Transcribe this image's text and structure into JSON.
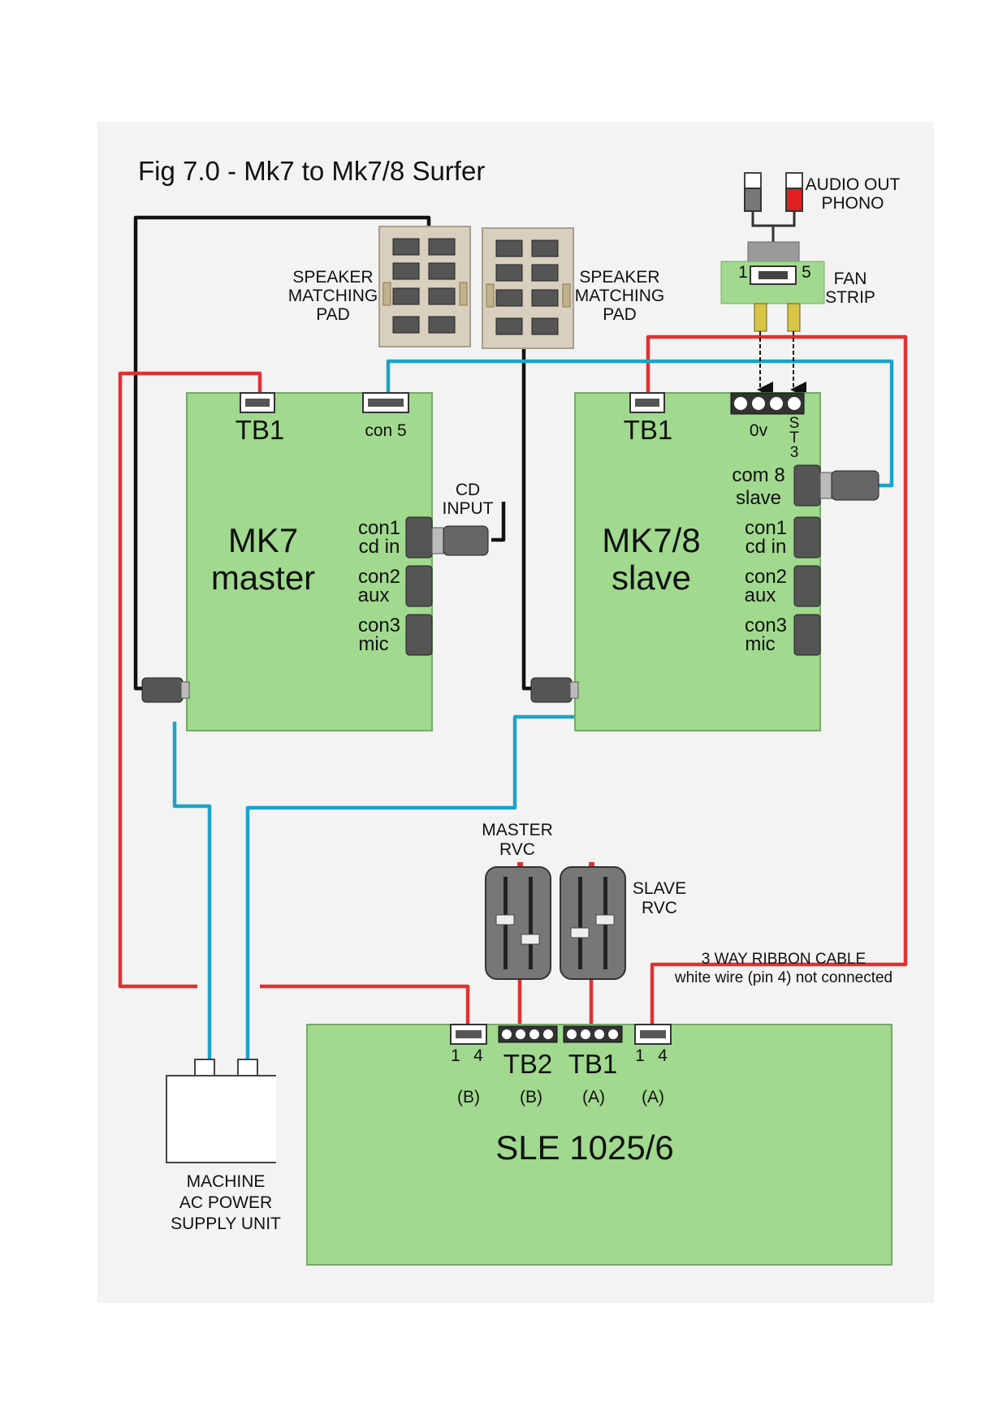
{
  "title": "Fig 7.0 - Mk7 to Mk7/8 Surfer",
  "colors": {
    "board": "#a1d98f",
    "frame": "#f3f3f3",
    "red_wire": "#e03131",
    "blue_wire": "#1ba3c8",
    "black_wire": "#111111",
    "pad": "#d8cfbf"
  },
  "audio_out": {
    "line1": "AUDIO OUT",
    "line2": "PHONO"
  },
  "fan_strip": {
    "line1": "FAN",
    "line2": "STRIP",
    "pin_left": "1",
    "pin_right": "5"
  },
  "speaker_pad_left": {
    "line1": "SPEAKER",
    "line2": "MATCHING",
    "line3": "PAD"
  },
  "speaker_pad_right": {
    "line1": "SPEAKER",
    "line2": "MATCHING",
    "line3": "PAD"
  },
  "master": {
    "name_line1": "MK7",
    "name_line2": "master",
    "tb1": "TB1",
    "con5": "con 5",
    "con1_a": "con1",
    "con1_b": "cd in",
    "con2_a": "con2",
    "con2_b": "aux",
    "con3_a": "con3",
    "con3_b": "mic"
  },
  "cd_input": {
    "line1": "CD",
    "line2": "INPUT"
  },
  "slave": {
    "name_line1": "MK7/8",
    "name_line2": "slave",
    "tb1": "TB1",
    "zero_v": "0v",
    "st3_1": "S",
    "st3_2": "T",
    "st3_3": "3",
    "com8_a": "com 8",
    "com8_b": "slave",
    "con1_a": "con1",
    "con1_b": "cd in",
    "con2_a": "con2",
    "con2_b": "aux",
    "con3_a": "con3",
    "con3_b": "mic"
  },
  "master_rvc": {
    "line1": "MASTER",
    "line2": "RVC"
  },
  "slave_rvc": {
    "line1": "SLAVE",
    "line2": "RVC"
  },
  "ribbon": {
    "line1": "3 WAY RIBBON CABLE",
    "line2": "white wire (pin 4) not connected"
  },
  "sle": {
    "name": "SLE 1025/6",
    "tb2": "TB2",
    "tb1": "TB1",
    "b_pin1": "1",
    "b_pin4": "4",
    "a_pin1": "1",
    "a_pin4": "4",
    "tag_b1": "(B)",
    "tag_b2": "(B)",
    "tag_a1": "(A)",
    "tag_a2": "(A)"
  },
  "psu": {
    "line1": "MACHINE",
    "line2": "AC POWER",
    "line3": "SUPPLY UNIT"
  }
}
